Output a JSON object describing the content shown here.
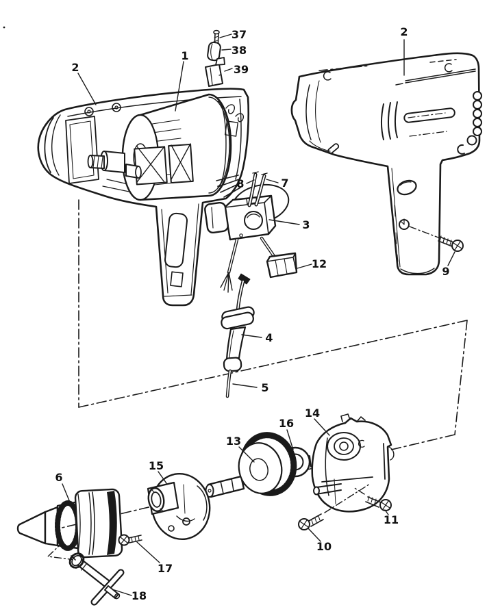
{
  "figure": {
    "type": "exploded-parts-diagram",
    "ink_color": "#1a1a1a",
    "paper_color": "#ffffff",
    "callouts": [
      {
        "ref": "37"
      },
      {
        "ref": "38"
      },
      {
        "ref": "39"
      },
      {
        "ref": "1"
      },
      {
        "ref": "2"
      },
      {
        "ref": "2"
      },
      {
        "ref": "9"
      },
      {
        "ref": "8"
      },
      {
        "ref": "7"
      },
      {
        "ref": "3"
      },
      {
        "ref": "12"
      },
      {
        "ref": "4"
      },
      {
        "ref": "5"
      },
      {
        "ref": "13"
      },
      {
        "ref": "16"
      },
      {
        "ref": "14"
      },
      {
        "ref": "15"
      },
      {
        "ref": "6"
      },
      {
        "ref": "17"
      },
      {
        "ref": "18"
      },
      {
        "ref": "10"
      },
      {
        "ref": "11"
      }
    ]
  }
}
